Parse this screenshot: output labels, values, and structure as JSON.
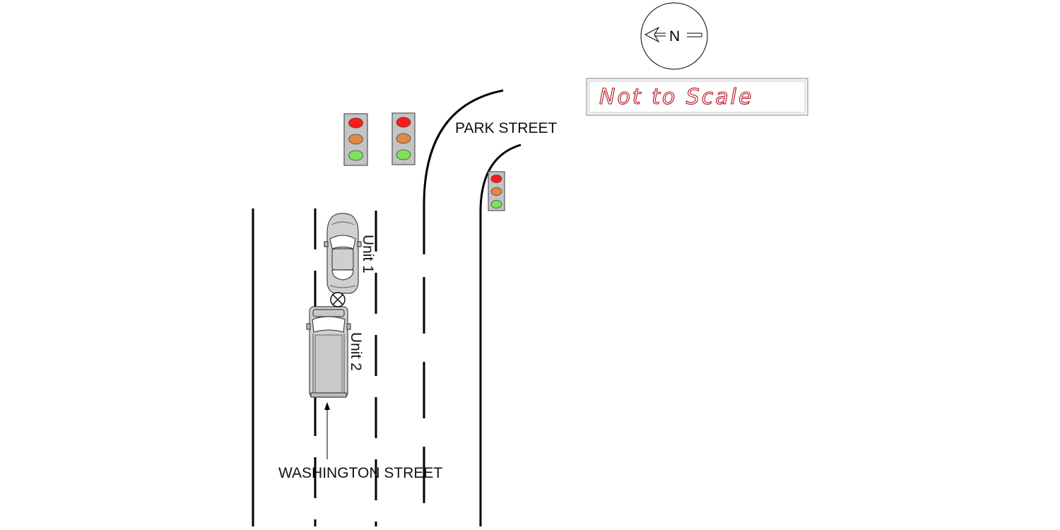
{
  "labels": {
    "park_street": "PARK STREET",
    "washington_street": "WASHINGTON STREET",
    "unit1": "Unit 1",
    "unit2": "Unit 2",
    "north": "N",
    "not_to_scale": "Not to Scale"
  },
  "signals": [
    {
      "name": "traffic-signal-left",
      "lights": [
        "red",
        "orange",
        "green"
      ]
    },
    {
      "name": "traffic-signal-center",
      "lights": [
        "red",
        "orange",
        "green"
      ]
    },
    {
      "name": "traffic-signal-corner",
      "lights": [
        "red",
        "orange",
        "green"
      ]
    }
  ],
  "colors": {
    "red": "#ff1a1a",
    "orange": "#e08848",
    "green": "#7fe05a",
    "housing": "#c4c4c4",
    "vehicle": "#d0d0d0",
    "scale_text": "#b01020"
  },
  "icons": {
    "north_arrow": "north-arrow-icon",
    "impact_point": "impact-point-icon",
    "direction_arrow": "direction-arrow-icon"
  }
}
